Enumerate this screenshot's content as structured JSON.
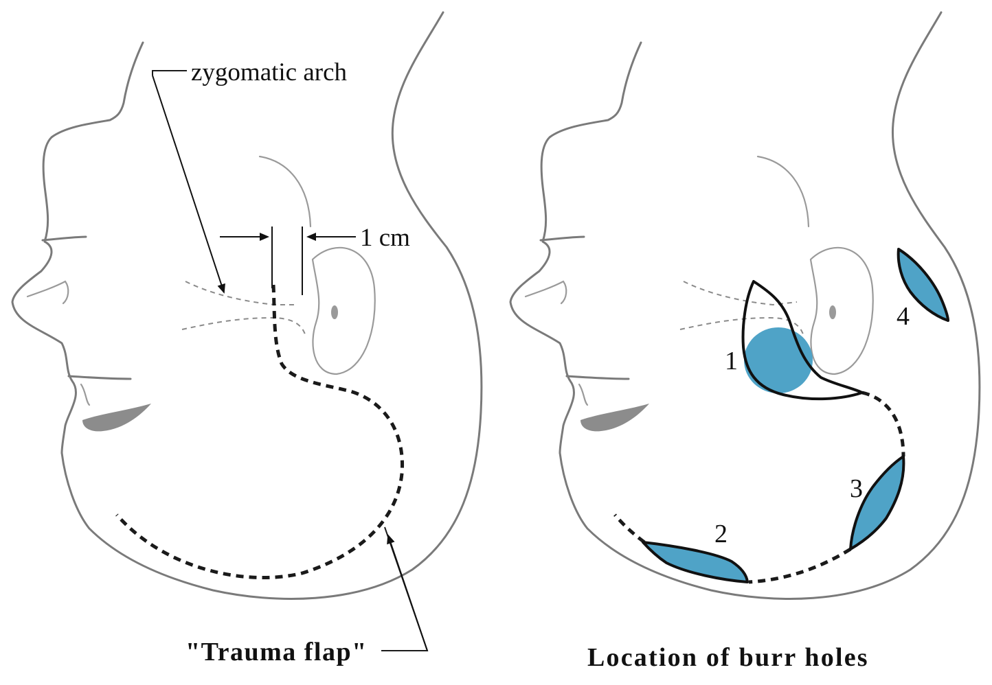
{
  "labels": {
    "zygomatic_arch": "zygomatic arch",
    "measure": "1 cm",
    "trauma_flap": "\"Trauma flap\"",
    "burr_holes_title": "Location of burr holes"
  },
  "burr_holes": [
    {
      "number": "1"
    },
    {
      "number": "2"
    },
    {
      "number": "3"
    },
    {
      "number": "4"
    }
  ],
  "colors": {
    "outline": "#7a7a7a",
    "flap_line": "#1a1a1a",
    "burr_hole_fill": "#4fa3c7"
  }
}
